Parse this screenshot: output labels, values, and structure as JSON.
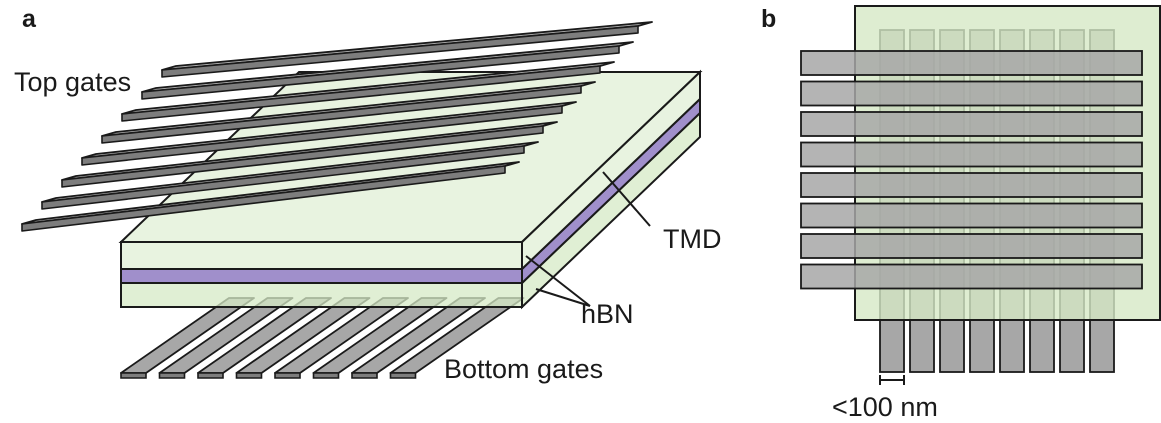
{
  "panels": {
    "a": {
      "letter": "a",
      "labels": {
        "top_gates": "Top gates",
        "tmd": "TMD",
        "hbn": "hBN",
        "bottom_gates": "Bottom gates"
      },
      "top_gate_count": 8,
      "bottom_gate_count": 8
    },
    "b": {
      "letter": "b",
      "labels": {
        "scale": "<100 nm"
      },
      "horizontal_gate_count": 8,
      "vertical_gate_count": 8
    }
  },
  "colors": {
    "gate_fill": "#a7a7a7",
    "gate_top_face": "#b3b3b3",
    "gate_side": "#7d7d7d",
    "hbn_fill": "#d6e9c6",
    "tmd_fill": "#8f7bc2",
    "outline": "#1a1a1a"
  }
}
